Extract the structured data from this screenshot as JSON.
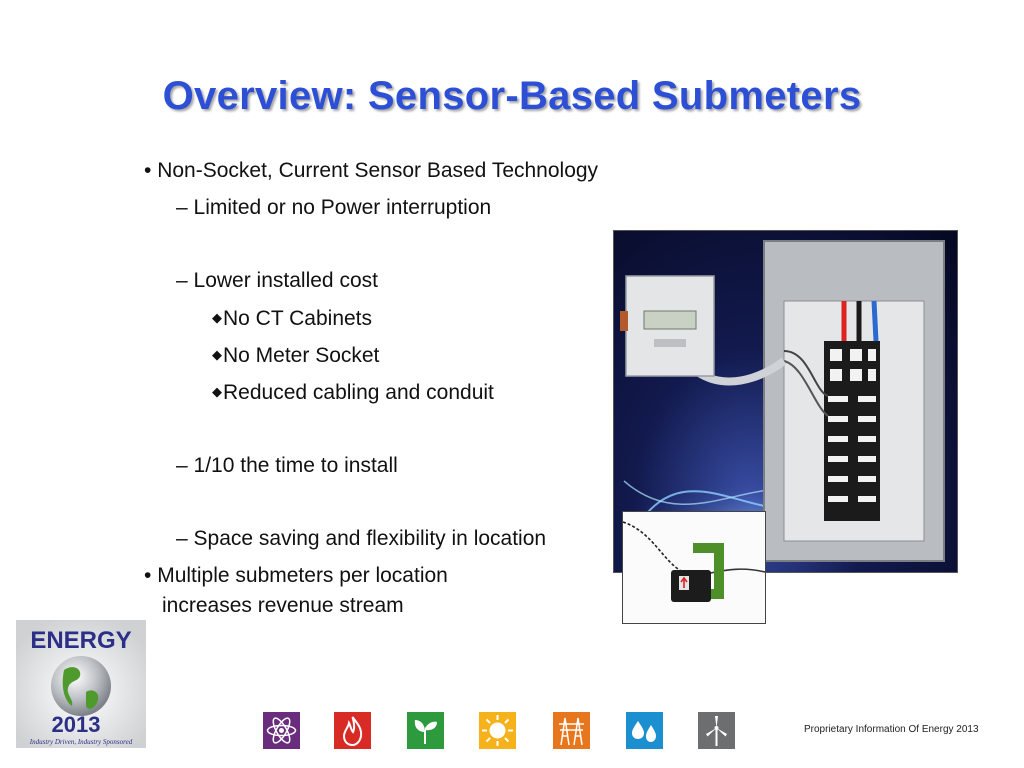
{
  "slide": {
    "title": "Overview: Sensor-Based Submeters",
    "bullets": [
      {
        "marker": "•",
        "text": "Non-Socket, Current Sensor Based Technology"
      },
      {
        "marker": "–",
        "text": "Limited or no Power interruption"
      },
      {
        "marker": "–",
        "text": "Lower installed cost"
      },
      {
        "marker": "◆",
        "text": "No CT Cabinets"
      },
      {
        "marker": "◆",
        "text": "No Meter Socket"
      },
      {
        "marker": "◆",
        "text": "Reduced cabling and conduit"
      },
      {
        "marker": "–",
        "text": "1/10 the time  to install"
      },
      {
        "marker": "–",
        "text": "Space saving and flexibility in location"
      },
      {
        "marker": "•",
        "text": "Multiple submeters per location"
      },
      {
        "marker": "",
        "text": "increases revenue stream"
      }
    ],
    "footer": "Proprietary Information Of Energy 2013"
  },
  "logo": {
    "word": "ENERGY",
    "year_prefix": "20",
    "year_suffix": "13",
    "tagline": "Industry Driven, Industry Sponsored"
  },
  "icons": [
    {
      "name": "atom-icon",
      "color": "#6a2d7e"
    },
    {
      "name": "flame-icon",
      "color": "#d92b26"
    },
    {
      "name": "leaf-icon",
      "color": "#2e9a3e"
    },
    {
      "name": "sun-icon",
      "color": "#f5b21a"
    },
    {
      "name": "power-grid-icon",
      "color": "#e8761c"
    },
    {
      "name": "water-drops-icon",
      "color": "#1c8fd0"
    },
    {
      "name": "wind-turbine-icon",
      "color": "#6d6e70"
    }
  ],
  "colors": {
    "title": "#2c4fd6",
    "text": "#111111"
  }
}
